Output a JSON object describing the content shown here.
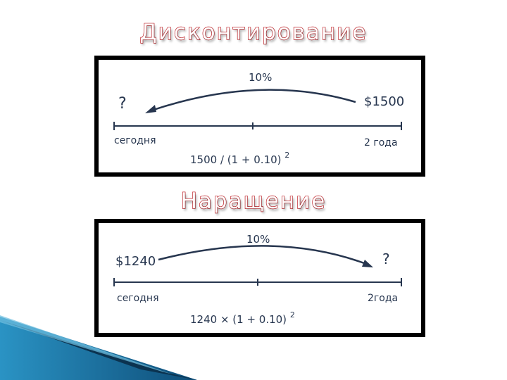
{
  "titles": {
    "top": "Дисконтирование",
    "middle": "Наращение"
  },
  "discounting": {
    "rate": "10%",
    "unknown": "?",
    "future_value": "$1500",
    "start_label": "сегодня",
    "end_label": "2 года",
    "formula_base": "1500 / (1 + 0.10)",
    "formula_exp": "2"
  },
  "compounding": {
    "rate": "10%",
    "present_value": "$1240",
    "unknown": "?",
    "start_label": "сегодня",
    "end_label": "2года",
    "formula_base": "1240 × (1 + 0.10)",
    "formula_exp": "2"
  },
  "colors": {
    "title_outline": "#c0242a",
    "ink": "#27364f",
    "frame": "#000000",
    "decor_blue": "#1d6fa0"
  }
}
